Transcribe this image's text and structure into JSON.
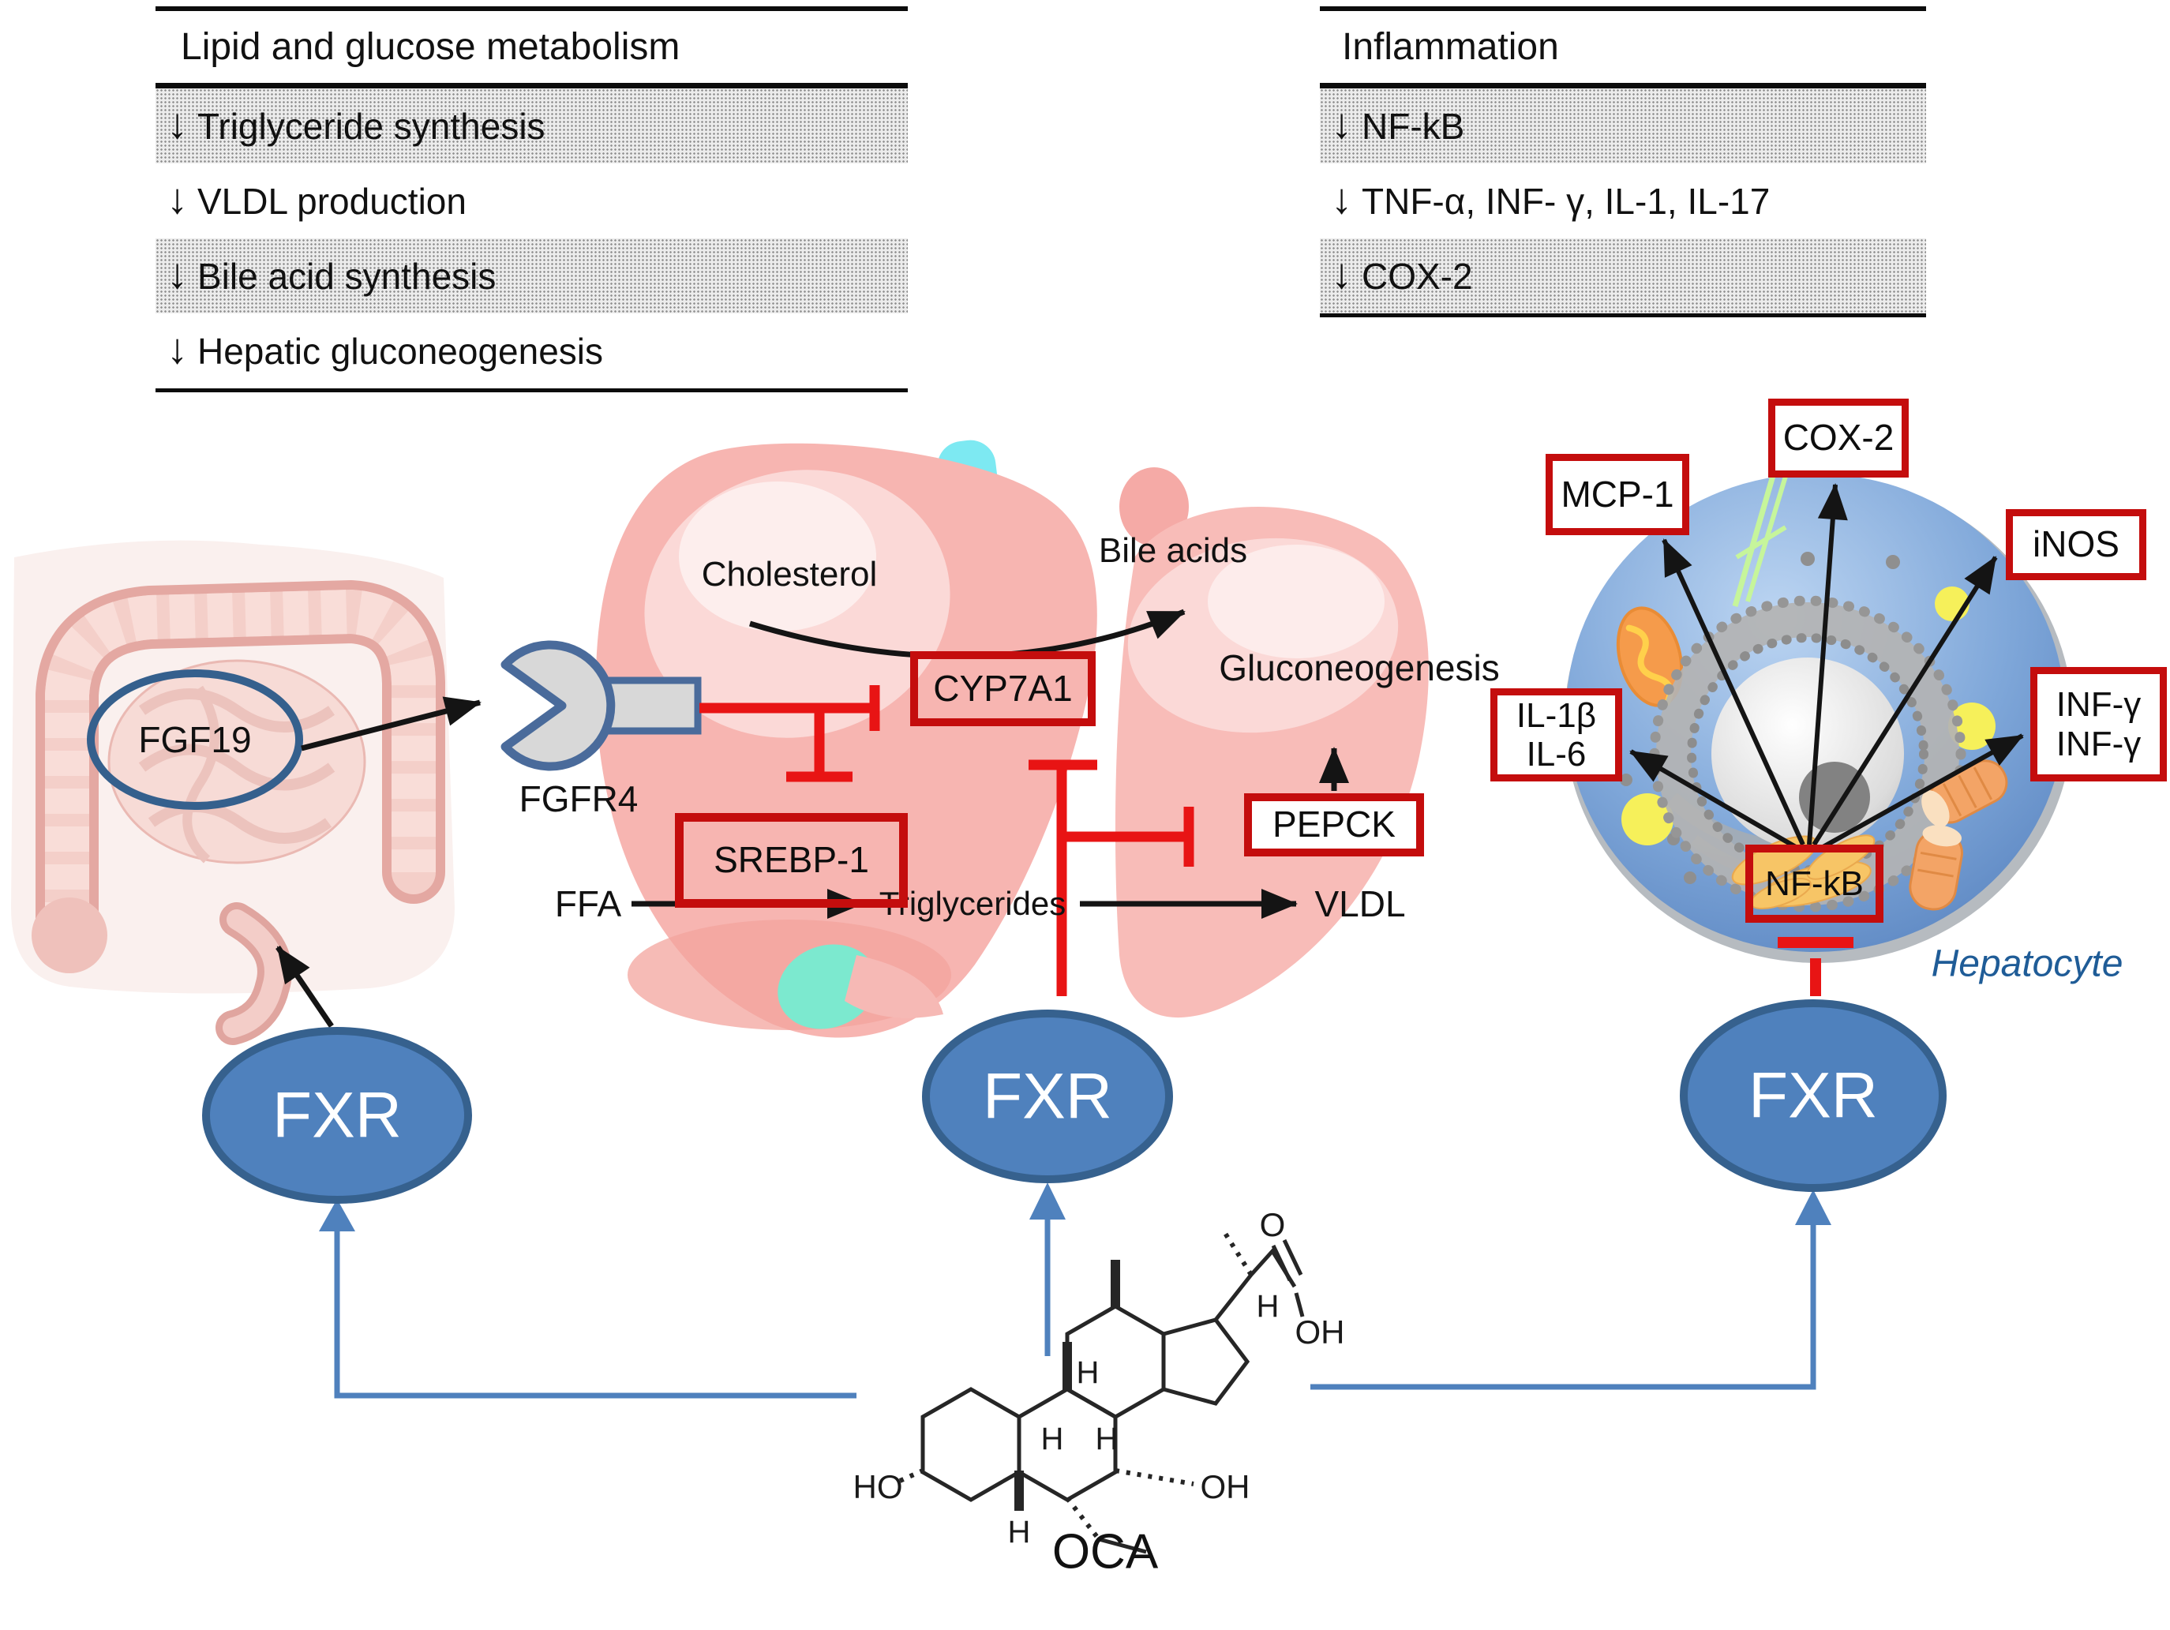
{
  "tables": {
    "metabolism": {
      "title": "Lipid and glucose metabolism",
      "rows": [
        {
          "text": "Triglyceride synthesis",
          "shaded": true
        },
        {
          "text": "VLDL production",
          "shaded": false
        },
        {
          "text": "Bile acid synthesis",
          "shaded": true
        },
        {
          "text": "Hepatic gluconeogenesis",
          "shaded": false
        }
      ]
    },
    "inflammation": {
      "title": "Inflammation",
      "rows": [
        {
          "text": "NF-kB",
          "shaded": true
        },
        {
          "text": "TNF-α, INF- γ, IL-1, IL-17",
          "shaded": false
        },
        {
          "text": "COX-2",
          "shaded": true
        }
      ]
    }
  },
  "glyphs": {
    "down_arrow": "↓",
    "up_arrow": "↑"
  },
  "pathway": {
    "fgf19": "FGF19",
    "fgfr4": "FGFR4",
    "cholesterol": "Cholesterol",
    "bile_acids": "Bile acids",
    "gluconeogenesis": "Gluconeogenesis",
    "ffa": "FFA",
    "triglycerides": "Triglycerides",
    "vldl": "VLDL"
  },
  "boxes": {
    "cyp7a1": "CYP7A1",
    "srebp1": "SREBP-1",
    "pepck": "PEPCK",
    "mcp1": "MCP-1",
    "cox2": "COX-2",
    "inos": "iNOS",
    "inf_line1": "INF-γ",
    "inf_line2": "INF-γ",
    "il_line1": "IL-1β",
    "il_line2": "IL-6",
    "nfkb": "NF-kB"
  },
  "cell": {
    "label": "Hepatocyte"
  },
  "nodes": {
    "fxr_left": "FXR",
    "fxr_middle": "FXR",
    "fxr_right": "FXR"
  },
  "oca": {
    "label": "OCA",
    "atom_o": "O",
    "atom_oh": "OH",
    "atom_ho": "HO",
    "atom_h": "H"
  },
  "colors": {
    "inhibition_red": "#e81414",
    "box_border_red": "#c40d0d",
    "fxr_fill": "#4f81bd",
    "fxr_stroke": "#36618e",
    "blue_connector": "#4f81bd",
    "hepatocyte_label": "#1f5c97",
    "cell_blue": "#6f9ad0",
    "liver_pink": "#f7b5b1",
    "receptor_gray": "#d8d8d8",
    "receptor_outline": "#4a6b9b"
  }
}
